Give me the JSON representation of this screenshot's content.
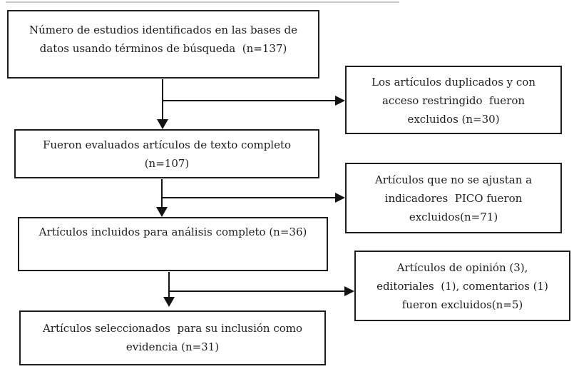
{
  "diagram": {
    "type": "flowchart",
    "language": "es",
    "boxes": {
      "identified": {
        "lines": [
          "Número de estudios identificados en las bases de",
          "datos usando términos de búsqueda  (n=137)"
        ]
      },
      "duplicates_excluded": {
        "lines": [
          "Los artículos duplicados y con",
          "acceso restringido  fueron",
          "excluidos (n=30)"
        ]
      },
      "fulltext_evaluated": {
        "lines": [
          "Fueron evaluados artículos de texto completo",
          "(n=107)"
        ]
      },
      "pico_excluded": {
        "lines": [
          "Artículos que no se ajustan a",
          "indicadores  PICO fueron",
          "excluidos(n=71)"
        ]
      },
      "included_analysis": {
        "lines": [
          "Artículos incluidos para análisis completo (n=36)"
        ]
      },
      "opinion_excluded": {
        "lines": [
          "Artículos de opinión (3),",
          "editoriales  (1), comentarios (1)",
          "fueron excluidos(n=5)"
        ]
      },
      "selected_evidence": {
        "lines": [
          "Artículos seleccionados  para su inclusión como",
          "evidencia (n=31)"
        ]
      }
    },
    "counts": {
      "identified": 137,
      "duplicates_excluded": 30,
      "fulltext_evaluated": 107,
      "pico_excluded": 71,
      "included_analysis": 36,
      "opinion_excluded": 5,
      "selected_evidence": 31
    },
    "colors": {
      "background": "#ffffff",
      "box_border": "#1d1d1d",
      "text": "#1d1d1d",
      "arrow": "#141414",
      "artifact_line": "#c9c9c9"
    }
  }
}
